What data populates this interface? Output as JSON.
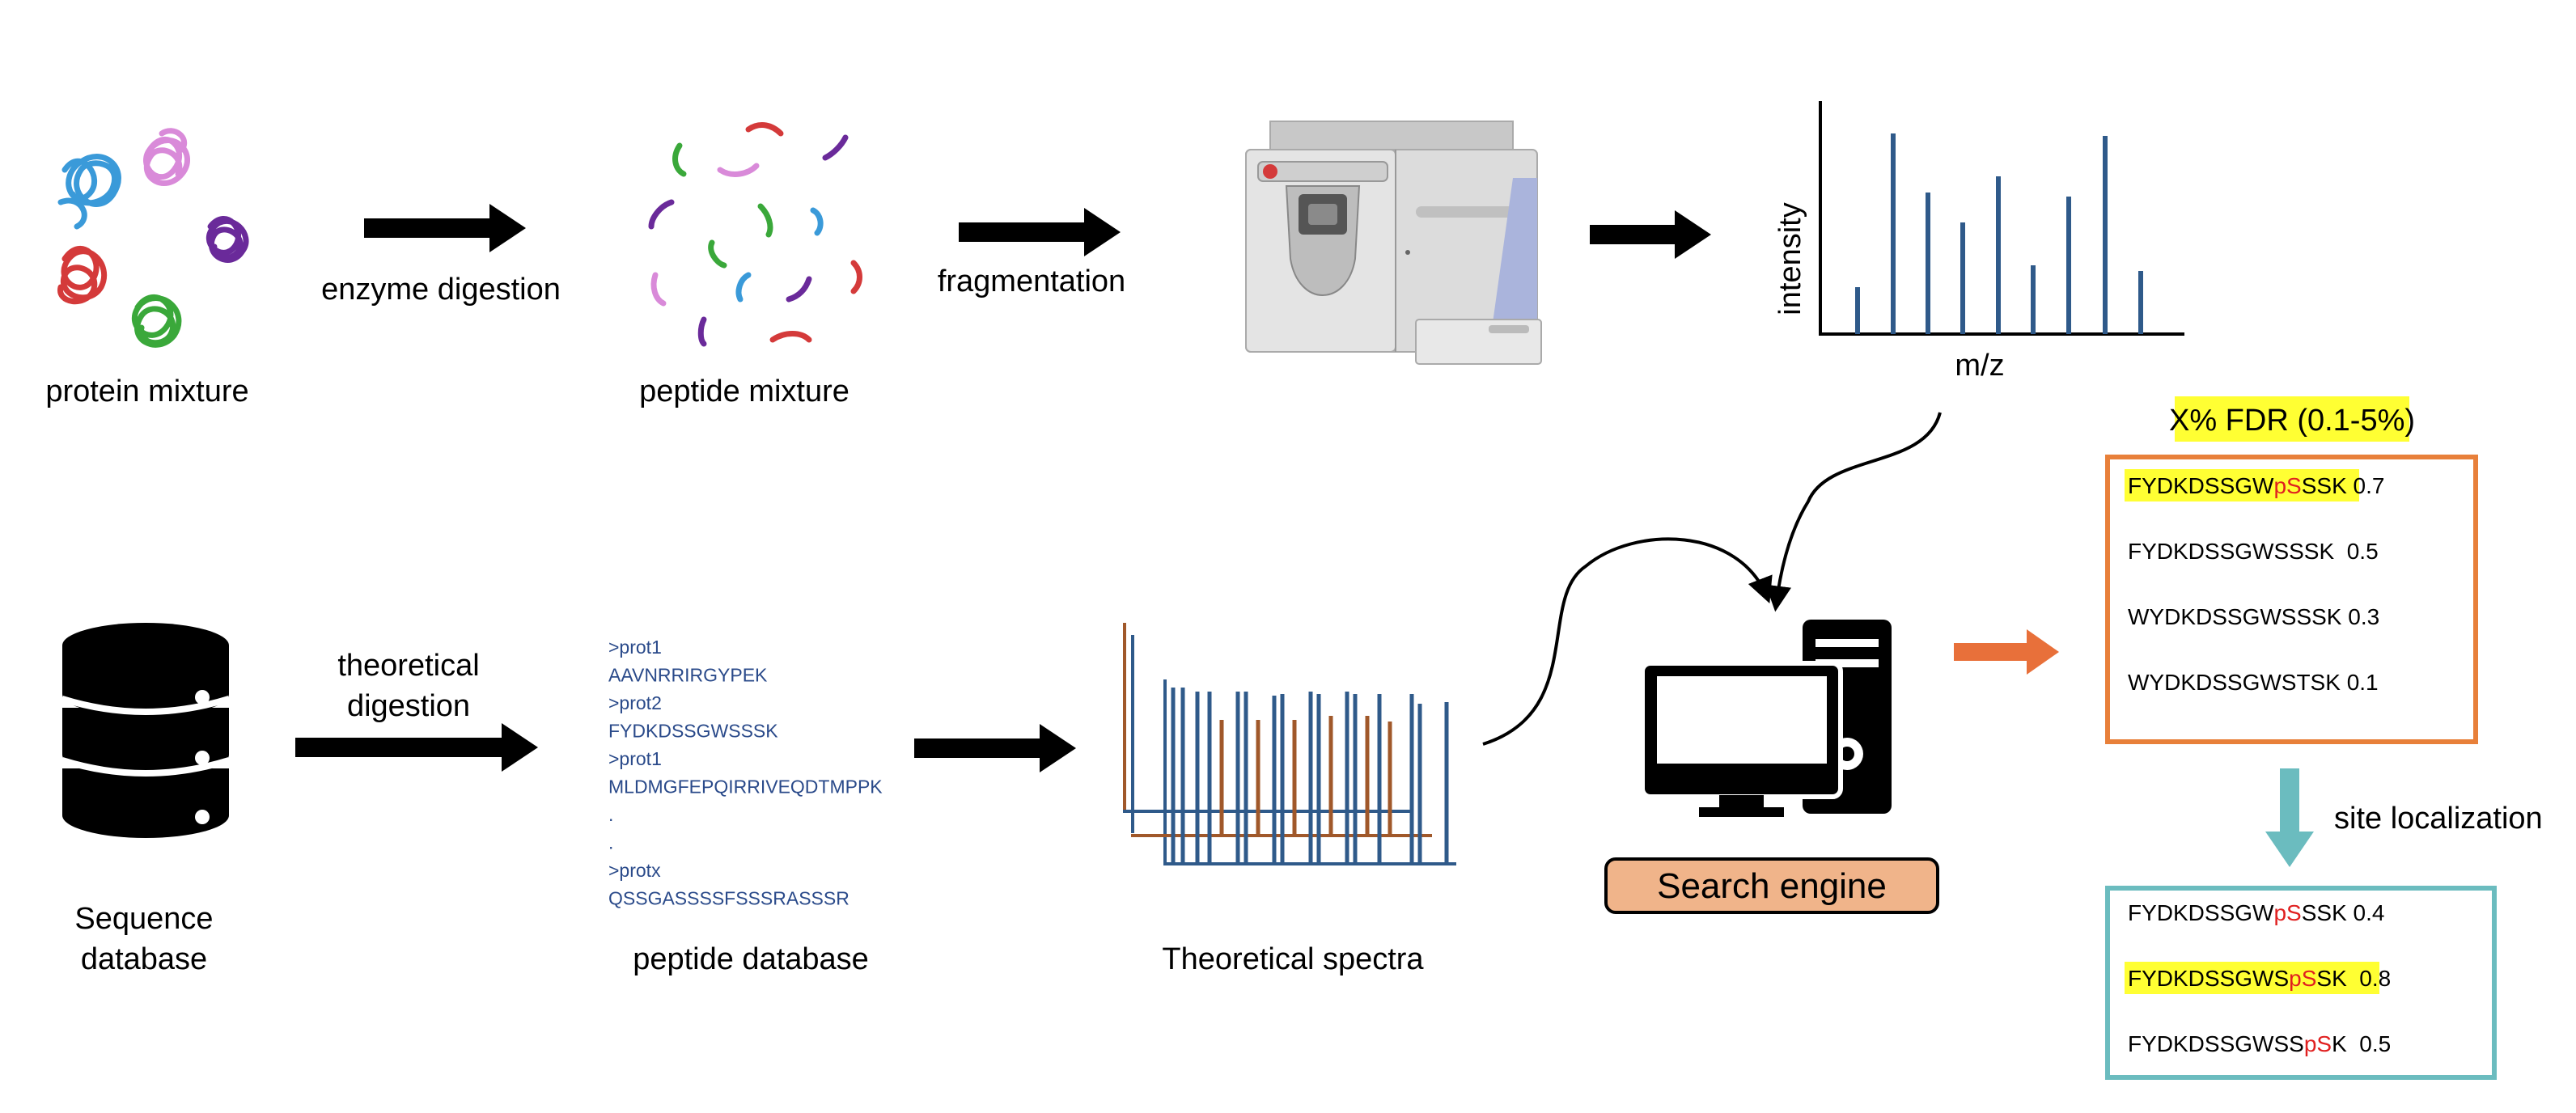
{
  "labels": {
    "protein_mixture": "protein mixture",
    "enzyme_digestion": "enzyme digestion",
    "peptide_mixture": "peptide mixture",
    "fragmentation": "fragmentation",
    "intensity": "intensity",
    "mz": "m/z",
    "sequence_database_line1": "Sequence",
    "sequence_database_line2": "database",
    "theoretical_digestion_line1": "theoretical",
    "theoretical_digestion_line2": "digestion",
    "peptide_database": "peptide database",
    "theoretical_spectra": "Theoretical spectra",
    "search_engine": "Search engine",
    "fdr": "X% FDR (0.1-5%)",
    "site_localization": "site localization"
  },
  "peptide_database": [
    ">prot1",
    "AAVNRRIRGYPEK",
    ">prot2",
    "FYDKDSSGWSSSK",
    ">prot1",
    "MLDMGFEPQIRRIVEQDTMPPK",
    ".",
    ".",
    ">protx",
    "QSSGASSSSFSSSRASSSR"
  ],
  "fdr_results": [
    {
      "pre": "FYDKDSSGW",
      "mod": "pS",
      "post": "SSK",
      "score": " 0.7",
      "highlight": true
    },
    {
      "pre": "FYDKDSSGWSSSK",
      "mod": "",
      "post": "",
      "score": "  0.5",
      "highlight": false
    },
    {
      "pre": "WYDKDSSGWSSSK",
      "mod": "",
      "post": "",
      "score": " 0.3",
      "highlight": false
    },
    {
      "pre": "WYDKDSSGWSTSK",
      "mod": "",
      "post": "",
      "score": " 0.1",
      "highlight": false
    }
  ],
  "localization_results": [
    {
      "pre": "FYDKDSSGW",
      "mod": "pS",
      "post": "SSK",
      "score": " 0.4",
      "highlight": false
    },
    {
      "pre": "FYDKDSSGWS",
      "mod": "pS",
      "post": "SK",
      "score": "  0.8",
      "highlight": true
    },
    {
      "pre": "FYDKDSSGWSS",
      "mod": "pS",
      "post": "K",
      "score": "  0.5",
      "highlight": false
    }
  ],
  "colors": {
    "arrow_black": "#000000",
    "arrow_orange": "#e8703a",
    "arrow_teal": "#6bbcbf",
    "fdr_box": "#e8803a",
    "loc_box": "#6bbcbf",
    "highlight": "#ffff33",
    "search_engine_fill": "#f0b48a",
    "spectrum_bar": "#2f5a8a",
    "theo_orange": "#a0582a",
    "theo_blue": "#2f5a8a"
  },
  "icons": [
    "protein-mixture-icon",
    "peptide-mixture-icon",
    "mass-spectrometer-icon",
    "spectrum-plot-icon",
    "database-icon",
    "theoretical-spectra-icon",
    "computer-icon"
  ]
}
